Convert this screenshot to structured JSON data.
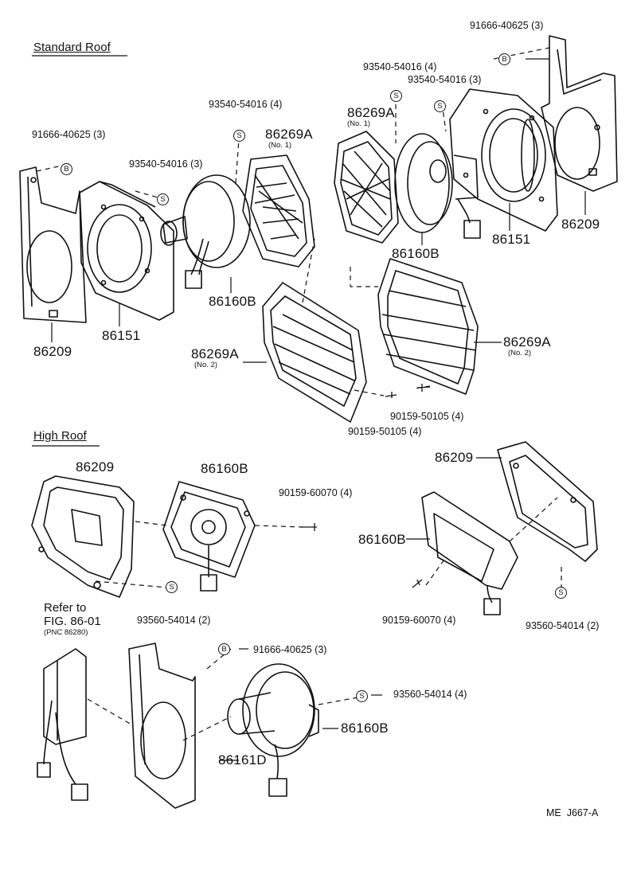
{
  "sections": {
    "standard_roof": "Standard Roof",
    "high_roof": "High Roof"
  },
  "std_left": {
    "p_916": "91666-40625 (3)",
    "p_9354_4": "93540-54016 (4)",
    "p_9354_3": "93540-54016 (3)",
    "grille_part": "86269A",
    "grille_no1": "(No. 1)",
    "grille2_part": "86269A",
    "grille2_no2": "(No. 2)",
    "bracket": "86209",
    "housing": "86151",
    "speaker": "86160B",
    "screw": "90159-50105 (4)"
  },
  "std_right": {
    "p_916": "91666-40625 (3)",
    "p_9354_4": "93540-54016 (4)",
    "p_9354_3": "93540-54016 (3)",
    "grille_part": "86269A",
    "grille_no1": "(No. 1)",
    "speaker": "86160B",
    "housing": "86151",
    "bracket": "86209",
    "grille2_part": "86269A",
    "grille2_no2": "(No. 2)",
    "screw": "90159-50105 (4)"
  },
  "high_left": {
    "bracket": "86209",
    "speaker": "86160B",
    "screw": "90159-60070 (4)",
    "clip": "93560-54014 (2)"
  },
  "high_right": {
    "bracket": "86209",
    "speaker": "86160B",
    "screw": "90159-60070 (4)",
    "clip": "93560-54014 (2)"
  },
  "bottom": {
    "refer_to": "Refer to",
    "fig": "FIG. 86-01",
    "pnc": "(PNC 86280)",
    "p_916": "91666-40625 (3)",
    "p_9356": "93560-54014 (4)",
    "speaker": "86160B",
    "bracket": "86161D"
  },
  "badges": {
    "b": "B",
    "s": "S"
  },
  "footer": {
    "code": "ME  J667-A"
  }
}
